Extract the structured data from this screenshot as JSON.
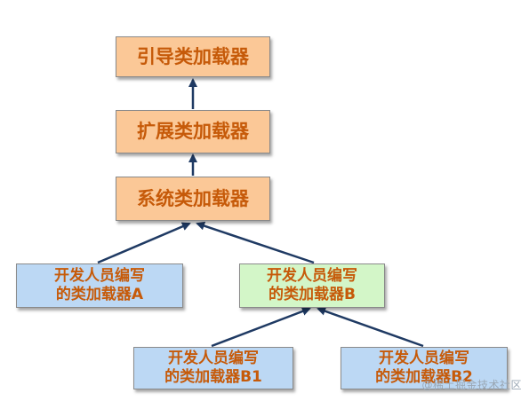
{
  "diagram": {
    "nodes": {
      "bootstrap": {
        "label": "引导类加载器"
      },
      "extension": {
        "label": "扩展类加载器"
      },
      "system": {
        "label": "系统类加载器"
      },
      "dev_a": {
        "line1": "开发人员编写",
        "line2": "的类加载器A"
      },
      "dev_b": {
        "line1": "开发人员编写",
        "line2": "的类加载器B"
      },
      "dev_b1": {
        "line1": "开发人员编写",
        "line2": "的类加载器B1"
      },
      "dev_b2": {
        "line1": "开发人员编写",
        "line2": "的类加载器B2"
      }
    },
    "edges": [
      {
        "from": "extension",
        "to": "bootstrap"
      },
      {
        "from": "system",
        "to": "extension"
      },
      {
        "from": "dev_a",
        "to": "system"
      },
      {
        "from": "dev_b",
        "to": "system"
      },
      {
        "from": "dev_b1",
        "to": "dev_b"
      },
      {
        "from": "dev_b2",
        "to": "dev_b"
      }
    ],
    "colors": {
      "orange_fill": "#fbc897",
      "blue_fill": "#bcd8f4",
      "green_fill": "#d3f6c8",
      "text": "#c65a09",
      "edge": "#1f3a63"
    }
  },
  "watermark": "@稀土掘金技术社区"
}
